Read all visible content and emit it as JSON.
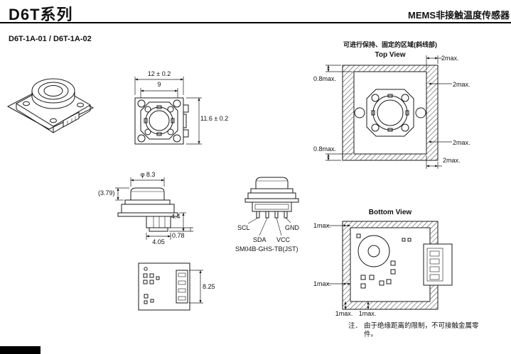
{
  "header": {
    "title": "D6T系列",
    "product": "MEMS非接触温度传感器"
  },
  "models": "D6T-1A-01 / D6T-1A-02",
  "front_view": {
    "width": "12 ± 0.2",
    "inner_width": "9",
    "height": "11.6 ± 0.2"
  },
  "side_view": {
    "lens_dia": "φ 8.3",
    "lens_height": "(3.79)",
    "conn_height": "4.4",
    "pin_offset": "0.78",
    "conn_width": "4.05"
  },
  "pins": {
    "scl": "SCL",
    "sda": "SDA",
    "vcc": "VCC",
    "gnd": "GND",
    "connector": "SM04B-GHS-TB(JST)"
  },
  "board_view": {
    "connector_height": "8.25"
  },
  "holding": {
    "heading": "可进行保持、固定的区域(斜线部)",
    "top_view": "Top View",
    "bottom_view": "Bottom View",
    "dim_2max": "2max.",
    "dim_08max": "0.8max.",
    "dim_1max": "1max."
  },
  "note": {
    "prefix": "注．",
    "text": "由于绝缘距离的限制，不可接触金属零件。"
  }
}
